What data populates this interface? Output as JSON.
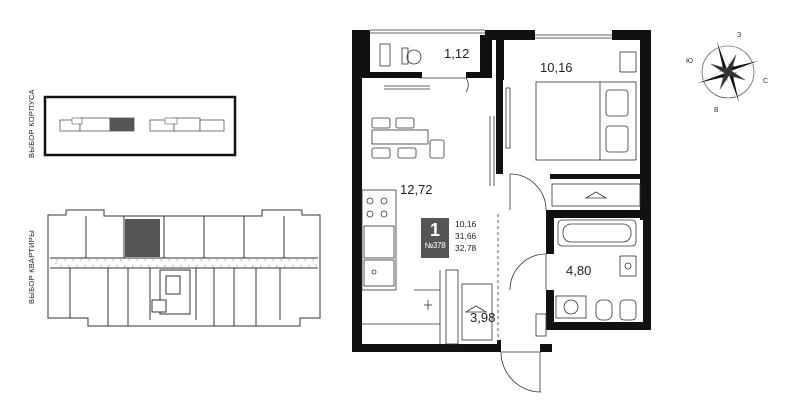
{
  "selectors": {
    "building_label": "ВЫБОР КОРПУСА",
    "apartment_label": "ВЫБОР КВАРТИРЫ"
  },
  "apartment": {
    "rooms": "1",
    "number": "№378",
    "living_area": "10,16",
    "total_area": "31,66",
    "full_area": "32,78"
  },
  "room_areas": {
    "balcony": "1,12",
    "bedroom": "10,16",
    "kitchen": "12,72",
    "bathroom": "4,80",
    "hallway": "3,98"
  },
  "compass": {
    "north": "З",
    "east": "С",
    "south": "В",
    "west": "Ю"
  },
  "colors": {
    "wall": "#111111",
    "selected": "#555555",
    "line": "#333333"
  },
  "icons": {
    "compass": "compass-rose-icon"
  }
}
